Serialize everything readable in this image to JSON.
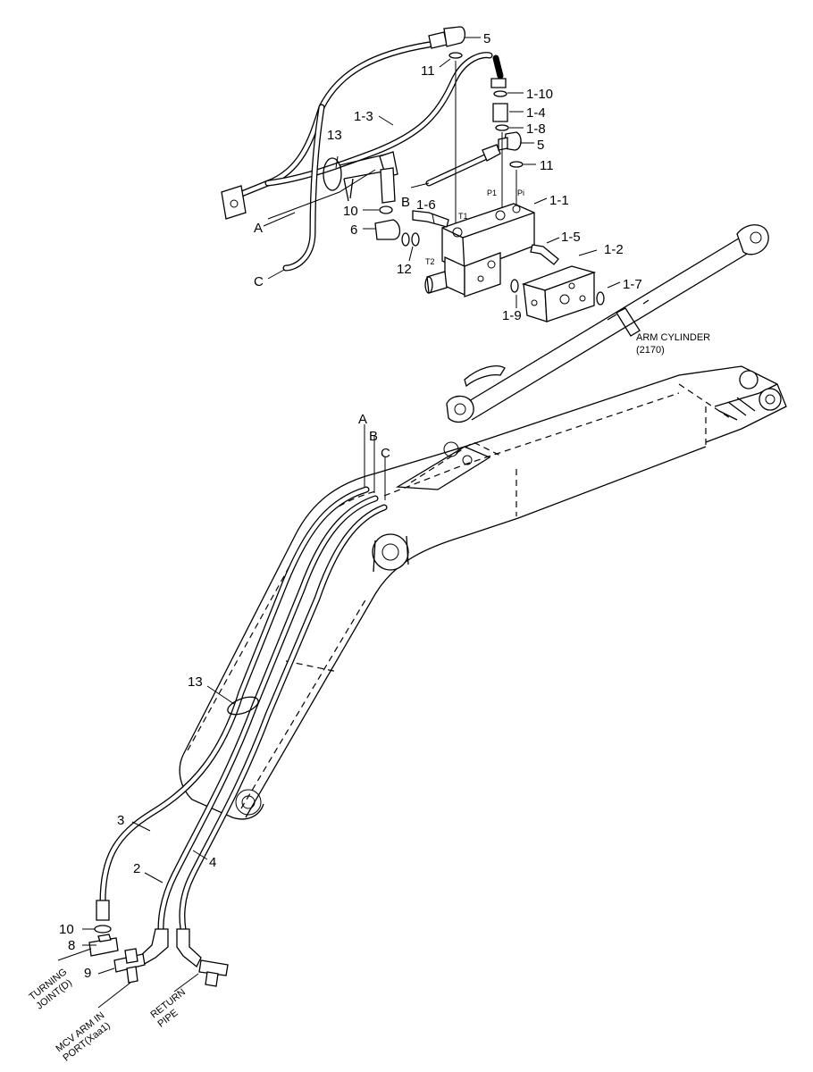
{
  "callouts": {
    "c5a": "5",
    "c11a": "11",
    "c1_10": "1-10",
    "c1_4": "1-4",
    "c1_8": "1-8",
    "c5b": "5",
    "c11b": "11",
    "c1_3": "1-3",
    "c13a": "13",
    "c1_1": "1-1",
    "c1_6": "1-6",
    "c10a": "10",
    "c6": "6",
    "c12": "12",
    "c1_5": "1-5",
    "c1_2": "1-2",
    "c1_7": "1-7",
    "c1_9": "1-9",
    "c13b": "13",
    "c3": "3",
    "c2": "2",
    "c4": "4",
    "c10b": "10",
    "c8": "8",
    "c9": "9"
  },
  "hose_ends": {
    "a_top": "A",
    "b_top": "B",
    "c_top": "C",
    "a_boom": "A",
    "b_boom": "B",
    "c_boom": "C"
  },
  "port_marks": {
    "p1": "P1",
    "pi": "Pi",
    "t1": "T1",
    "t2": "T2"
  },
  "notes": {
    "arm_cylinder_line1": "ARM CYLINDER",
    "arm_cylinder_line2": "(2170)",
    "turning_joint_line1": "TURNING",
    "turning_joint_line2": "JOINT(D)",
    "mcv_line1": "MCV ARM IN",
    "mcv_line2": "PORT(Xaa1)",
    "return_line1": "RETURN",
    "return_line2": "PIPE"
  }
}
